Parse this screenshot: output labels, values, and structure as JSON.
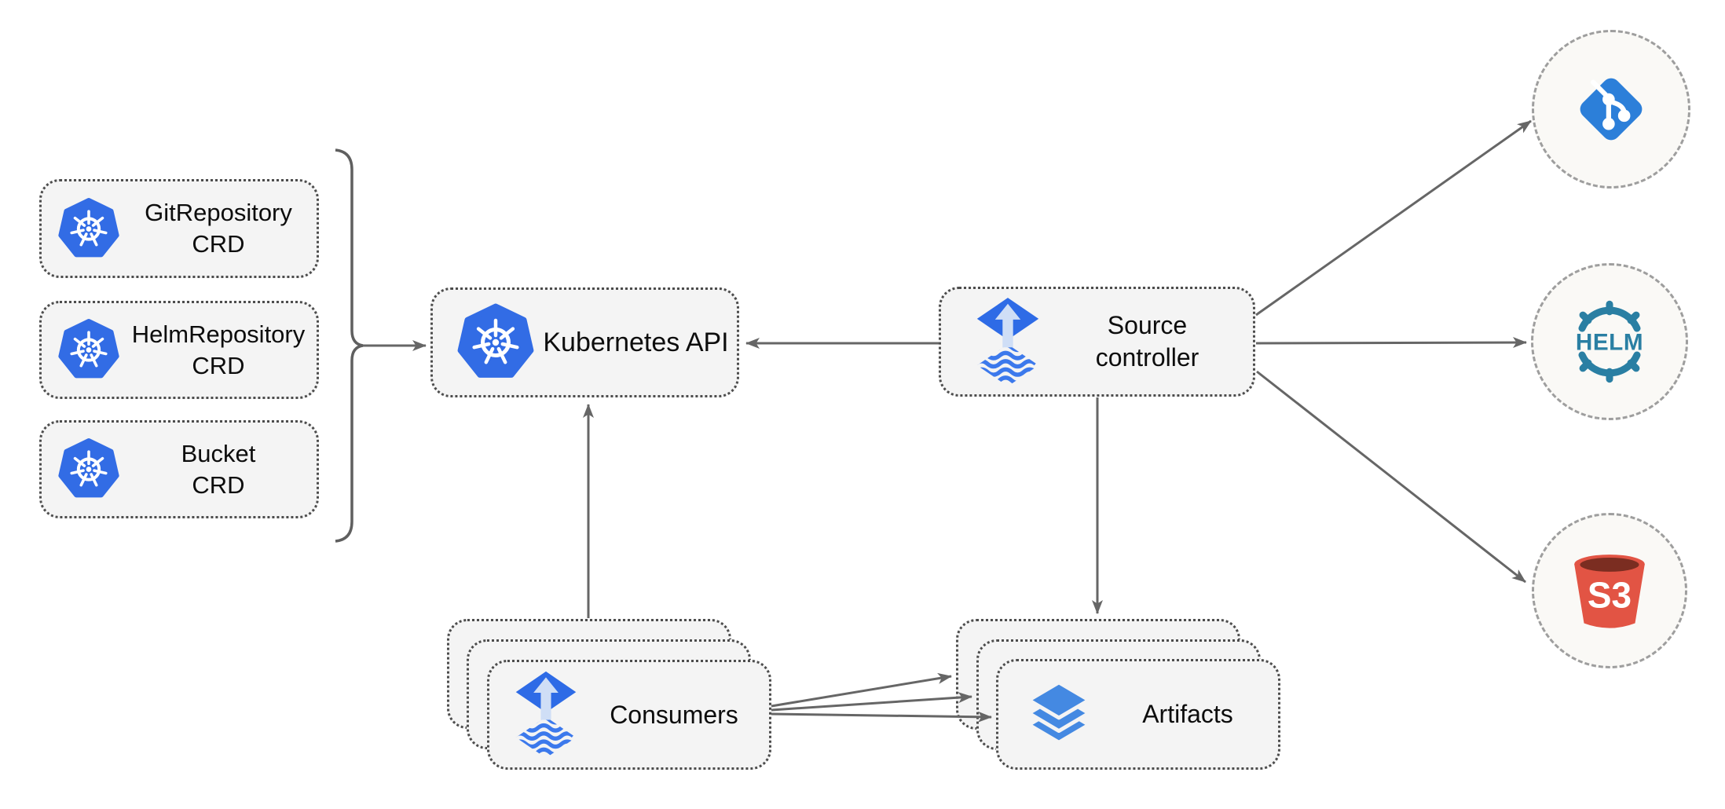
{
  "nodes": {
    "crds": [
      {
        "line1": "GitRepository",
        "line2": "CRD"
      },
      {
        "line1": "HelmRepository",
        "line2": "CRD"
      },
      {
        "line1": "Bucket",
        "line2": "CRD"
      }
    ],
    "kubernetes_api": {
      "label": "Kubernetes API"
    },
    "source_controller": {
      "line1": "Source",
      "line2": "controller"
    },
    "consumers": {
      "label": "Consumers"
    },
    "artifacts": {
      "label": "Artifacts"
    },
    "externals": {
      "git_icon_name": "git-icon",
      "helm_label": "HELM",
      "s3_label": "S3"
    }
  },
  "icons": {
    "kubernetes": "kubernetes-wheel-icon",
    "flux": "flux-diamond-arrow-icon",
    "layers": "layers-icon",
    "git": "git-icon",
    "helm": "helm-wheel-icon",
    "s3": "s3-bucket-icon"
  },
  "colors": {
    "kubernetes_blue": "#326ce5",
    "flux_blue": "#2e6be6",
    "flux_arrow_light": "#cfdef6",
    "git_blue": "#2c7fd9",
    "helm_teal": "#2a7fa3",
    "s3_red": "#e25444",
    "s3_dark_red": "#7b2d21",
    "layers_blue": "#4489e2",
    "line_gray": "#666666",
    "box_background": "#f4f4f4",
    "box_border": "#4c4c4c",
    "circle_background": "#faf9f6",
    "circle_border": "#9e9e9e"
  }
}
